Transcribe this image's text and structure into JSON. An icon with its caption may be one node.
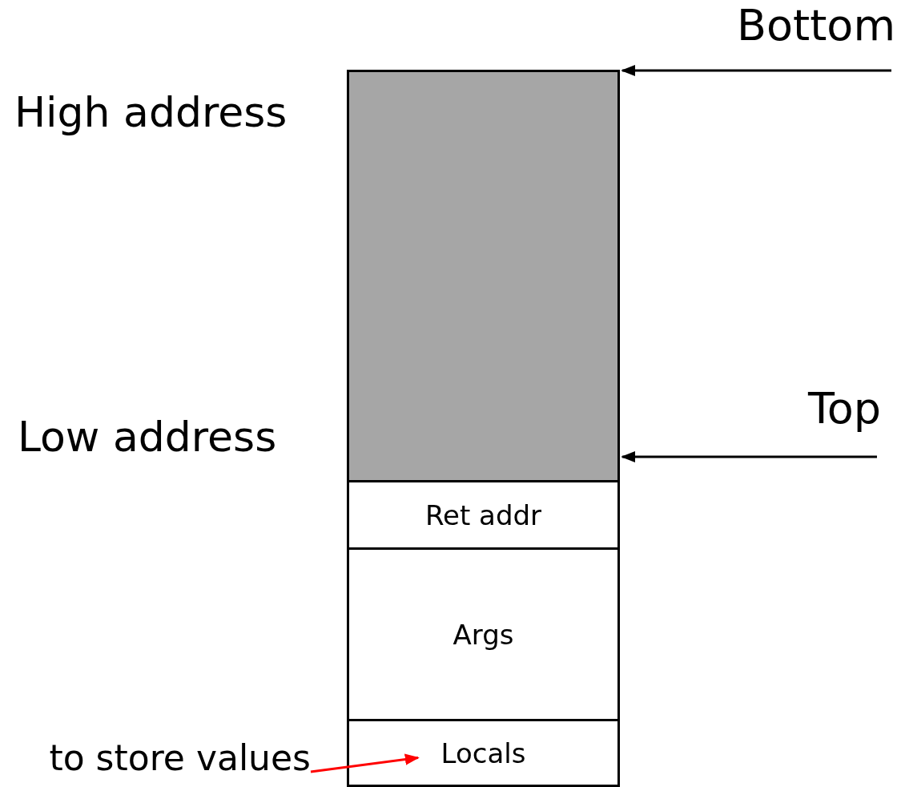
{
  "diagram": {
    "nodes": [
      {
        "text": [],
        "shape": "box"
      },
      {
        "text": [
          "Ret addr"
        ]
      },
      {
        "text": [
          "Args"
        ]
      },
      {
        "text": [
          "Locals"
        ]
      },
      {
        "text": [
          "Bottom"
        ]
      },
      {
        "text": [
          "Top"
        ]
      },
      {
        "text": [
          "to store values"
        ]
      }
    ],
    "edges": [
      {
        "from": 4,
        "to": 0,
        "arrow": "to"
      },
      {
        "from": 5,
        "to": 0,
        "arrow": "to"
      },
      {
        "from": 6,
        "to": 3,
        "arrow": "to",
        "color": "#ff0000"
      }
    ],
    "labels": [
      "High address",
      "Low address"
    ]
  }
}
